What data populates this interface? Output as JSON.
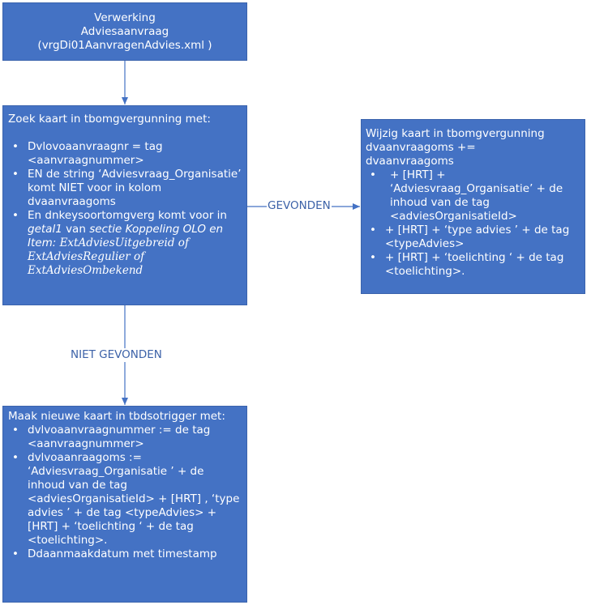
{
  "top_box": {
    "line1": "Verwerking",
    "line2": "Adviesaanvraag",
    "line3": "(vrgDi01AanvragenAdvies.xml )"
  },
  "search_box": {
    "title": "Zoek kaart in tbomgvergunning met:",
    "item1": "Dvlovoaanvraagnr = tag <aanvraagnummer>",
    "item2": "EN de string ‘Adviesvraag_Organisatie’ komt NIET voor in kolom dvaanvraagoms",
    "item3_prefix": "En dnkeysoortomgverg komt voor in ",
    "item3_getal": "getal1",
    "item3_van": " van ",
    "item3_sectie": "sectie Koppeling OLO en Item: ",
    "item3_values": "ExtAdviesUitgebreid of ExtAdviesRegulier of ExtAdviesOmbekend"
  },
  "modify_box": {
    "line1": "Wijzig kaart in tbomgvergunning",
    "line2": "dvaanvraagoms  +=",
    "line3": "dvaanvraagoms",
    "item1": " + [HRT] + ‘Adviesvraag_Organisatie’ + de inhoud van de  tag <adviesOrganisatieId>",
    "item2": "+ [HRT] + ‘type advies ’ + de tag <typeAdvies>",
    "item3": "+ [HRT] + ‘toelichting ‘ + de tag <toelichting>."
  },
  "create_box": {
    "title": "Maak nieuwe kaart in tbdsotrigger met:",
    "item1": "dvlvoaanvraagnummer := de tag <aanvraagnummer>",
    "item2": "dvlvoaanraagoms := ‘Adviesvraag_Organisatie ’ + de inhoud van de  tag <adviesOrganisatieId> + [HRT] , ‘type advies ’ + de tag <typeAdvies> + [HRT] + ‘toelichting ‘ + de tag <toelichting>.",
    "item3": "Ddaanmaakdatum met timestamp"
  },
  "edges": {
    "found": "GEVONDEN",
    "not_found": "NIET GEVONDEN"
  },
  "colors": {
    "box_fill": "#4472c4",
    "connector": "#4472c4",
    "label_text": "#3c62a8"
  }
}
